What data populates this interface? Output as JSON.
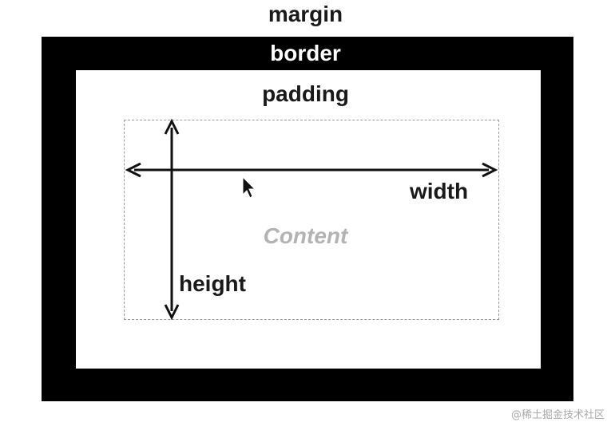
{
  "labels": {
    "margin": "margin",
    "border": "border",
    "padding": "padding",
    "content": "Content",
    "width": "width",
    "height": "height"
  },
  "watermark": "@稀土掘金技术社区",
  "colors": {
    "border": "#000000",
    "text": "#1a1a1a",
    "content_text": "#b3b3b3",
    "dashed": "#9a9a9a"
  },
  "icons": {
    "cursor": "mouse-pointer-icon"
  }
}
